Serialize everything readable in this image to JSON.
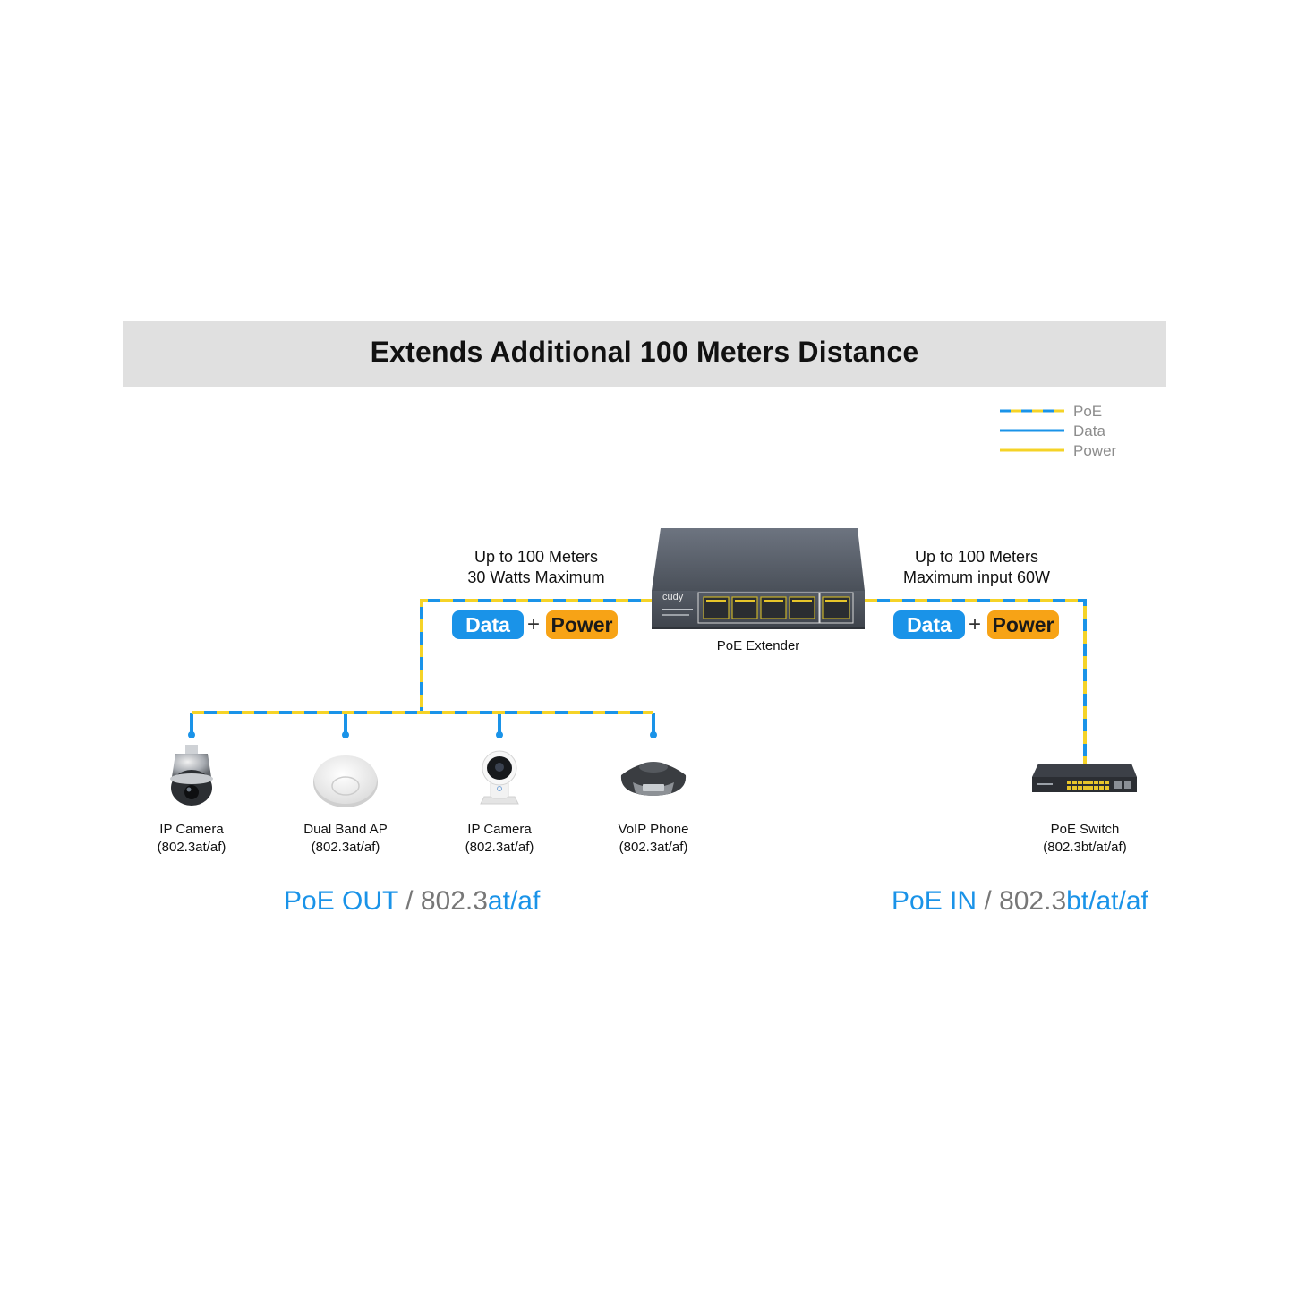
{
  "banner": {
    "title": "Extends Additional 100 Meters Distance"
  },
  "legend": {
    "items": [
      {
        "label": "PoE",
        "style": "poe"
      },
      {
        "label": "Data",
        "style": "data"
      },
      {
        "label": "Power",
        "style": "power"
      }
    ]
  },
  "colors": {
    "data_blue": "#1a93e8",
    "power_yellow": "#f5d327",
    "power_orange": "#f7a316",
    "banner_grey": "#e0e0e0"
  },
  "left_link": {
    "caption_line1": "Up to 100 Meters",
    "caption_line2": "30 Watts Maximum",
    "data_label": "Data",
    "plus": "+",
    "power_label": "Power"
  },
  "right_link": {
    "caption_line1": "Up to 100 Meters",
    "caption_line2": "Maximum input 60W",
    "data_label": "Data",
    "plus": "+",
    "power_label": "Power"
  },
  "extender": {
    "label": "PoE Extender",
    "brand": "cudy"
  },
  "devices": [
    {
      "name": "IP Camera",
      "standard": "(802.3at/af)",
      "icon": "ptz-camera-icon"
    },
    {
      "name": "Dual Band AP",
      "standard": "(802.3at/af)",
      "icon": "ceiling-ap-icon"
    },
    {
      "name": "IP Camera",
      "standard": "(802.3at/af)",
      "icon": "home-camera-icon"
    },
    {
      "name": "VoIP Phone",
      "standard": "(802.3at/af)",
      "icon": "conference-phone-icon"
    }
  ],
  "switch": {
    "name": "PoE Switch",
    "standard": "(802.3bt/at/af)",
    "icon": "poe-switch-icon"
  },
  "footer_left": {
    "label": "PoE OUT",
    "sep": " / ",
    "prefix": "802.3",
    "suffix": "at/af"
  },
  "footer_right": {
    "label": "PoE IN",
    "sep": " / ",
    "prefix": "802.3",
    "suffix": "bt/at/af"
  }
}
